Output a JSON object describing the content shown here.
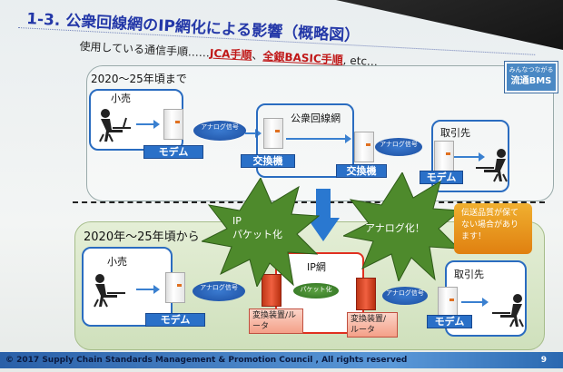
{
  "title": "1-3. 公衆回線網のIP網化による影響（概略図）",
  "subtitle": {
    "prefix": "使用している通信手順……",
    "proto1": "JCA手順",
    "sep": "、",
    "proto2": "全銀BASIC手順",
    "suffix": ", etc…"
  },
  "logo": {
    "line1": "みんなつながる",
    "line2": "流通BMS"
  },
  "top": {
    "year": "2020～25年頃まで",
    "retail": "小売",
    "modem": "モデム",
    "analog": "アナログ信号",
    "public_network": "公衆回線網",
    "exchange": "交換機",
    "partner": "取引先"
  },
  "transition": {
    "burst_left": "IP\nパケット化",
    "burst_right": "アナログ化！",
    "warning": "伝送品質が保てない場合があります！"
  },
  "bottom": {
    "year": "2020年～25年頃から",
    "retail": "小売",
    "modem": "モデム",
    "analog": "アナログ信号",
    "ip_network": "IP網",
    "packet": "パケット化",
    "converter": "変換装置/ルータ",
    "partner": "取引先"
  },
  "footer": {
    "copyright": "© 2017 Supply Chain Standards Management & Promotion Council , All rights reserved",
    "page": "9"
  }
}
